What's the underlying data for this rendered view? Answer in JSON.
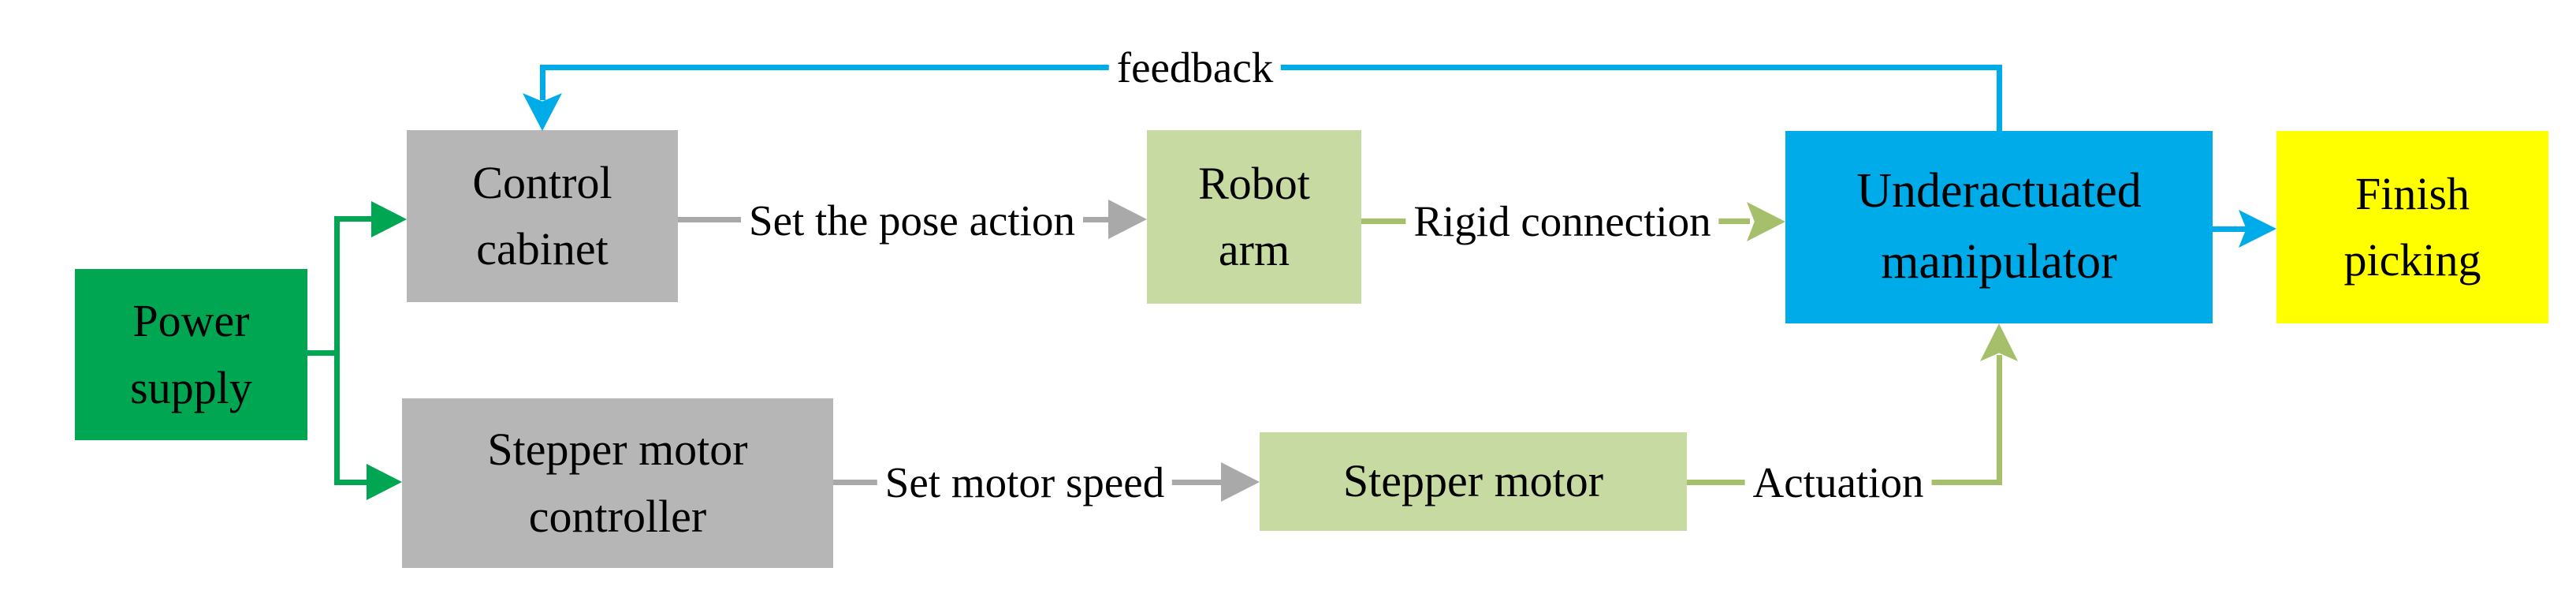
{
  "diagram": {
    "nodes": {
      "power_supply": {
        "label": "Power\nsupply",
        "color": "#00A651"
      },
      "control_cabinet": {
        "label": "Control\ncabinet",
        "color": "#B6B6B6"
      },
      "stepper_motor_controller": {
        "label": "Stepper motor\ncontroller",
        "color": "#B6B6B6"
      },
      "robot_arm": {
        "label": "Robot\narm",
        "color": "#C7DAA2"
      },
      "stepper_motor": {
        "label": "Stepper motor",
        "color": "#C7DAA2"
      },
      "underactuated_manipulator": {
        "label": "Underactuated\nmanipulator",
        "color": "#00ABEA"
      },
      "finish_picking": {
        "label": "Finish\npicking",
        "color": "#FFFF00"
      }
    },
    "edges": {
      "feedback": {
        "label": "feedback",
        "color": "#00ABEA"
      },
      "set_pose": {
        "label": "Set the pose action",
        "color": "#A9A9A9"
      },
      "rigid_connection": {
        "label": "Rigid connection",
        "color": "#A6BF6B"
      },
      "set_motor_speed": {
        "label": "Set motor speed",
        "color": "#A9A9A9"
      },
      "actuation": {
        "label": "Actuation",
        "color": "#A6BF6B"
      },
      "power_lines": {
        "color": "#00A651"
      },
      "to_finish": {
        "color": "#00ABEA"
      }
    }
  }
}
